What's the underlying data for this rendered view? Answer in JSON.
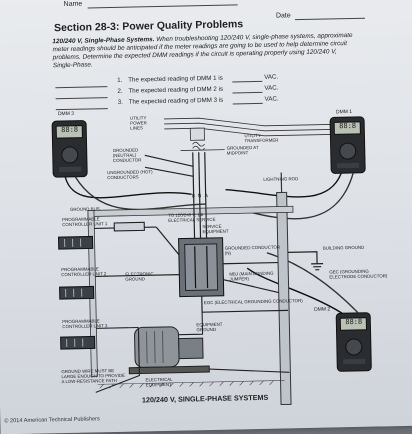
{
  "header": {
    "name_label": "Name",
    "date_label": "Date"
  },
  "section": {
    "title": "Section 28-3: Power Quality Problems",
    "problem_lead": "120/240 V, Single-Phase Systems.",
    "instructions_1": "When troubleshooting 120/240 V, single-phase systems, approximate",
    "instructions_2": "meter readings should be anticipated if the meter readings are going to be used to help determine circuit",
    "instructions_3": "problems. Determine the expected DMM readings if the circuit is operating properly using 120/240 V,",
    "instructions_4": "Single-Phase."
  },
  "questions": [
    {
      "num": "1.",
      "text": "The expected reading of DMM 1 is",
      "unit": "VAC."
    },
    {
      "num": "2.",
      "text": "The expected reading of DMM 2 is",
      "unit": "VAC."
    },
    {
      "num": "3.",
      "text": "The expected reading of DMM 3 is",
      "unit": "VAC."
    }
  ],
  "diagram": {
    "dmm3": "DMM 3",
    "dmm1": "DMM 1",
    "dmm2": "DMM 2",
    "utility_power_lines": "UTILITY POWER LINES",
    "utility_transformer": "UTILITY TRANSFORMER",
    "grounded_neutral": "GROUNDED (NEUTRAL) CONDUCTOR",
    "grounded_midpoint": "GROUNDED AT MIDPOINT",
    "ungrounded_hot": "UNGROUNDED (HOT) CONDUCTORS",
    "lightning_rod": "LIGHTNING ROD",
    "ground_bus": "GROUND BUS",
    "to_service": "TO 120/240 V, 1φ ELECTRICAL SERVICE",
    "service_equipment": "SERVICE EQUIPMENT",
    "plc1": "PROGRAMMABLE CONTROLLER UNIT 1",
    "plc2": "PROGRAMMABLE CONTROLLER UNIT 2",
    "plc3": "PROGRAMMABLE CONTROLLER UNIT 3",
    "electronic_ground": "ELECTRONIC GROUND",
    "grounded_conductor_n": "GROUNDED CONDUCTOR (N)",
    "mbj": "MBJ (MAIN BONDING JUMPER)",
    "building_ground": "BUILDING GROUND",
    "gec": "GEC (GROUNDING ELECTRODE CONDUCTOR)",
    "egc": "EGC (ELECTRICAL GROUNDING CONDUCTOR)",
    "equipment_ground": "EQUIPMENT GROUND",
    "ground_wire": "GROUND WIRE MUST BE LARGE ENOUGH TO PROVIDE A LOW-RESISTANCE PATH",
    "electrical_equipment": "ELECTRICAL EQUIPMENT",
    "system_title": "120/240 V, SINGLE-PHASE SYSTEMS",
    "letter_a": "A",
    "letter_b": "B",
    "letter_n": "N",
    "meter_reading": "88:8"
  },
  "footer": {
    "copyright": "© 2014 American Technical Publishers"
  }
}
